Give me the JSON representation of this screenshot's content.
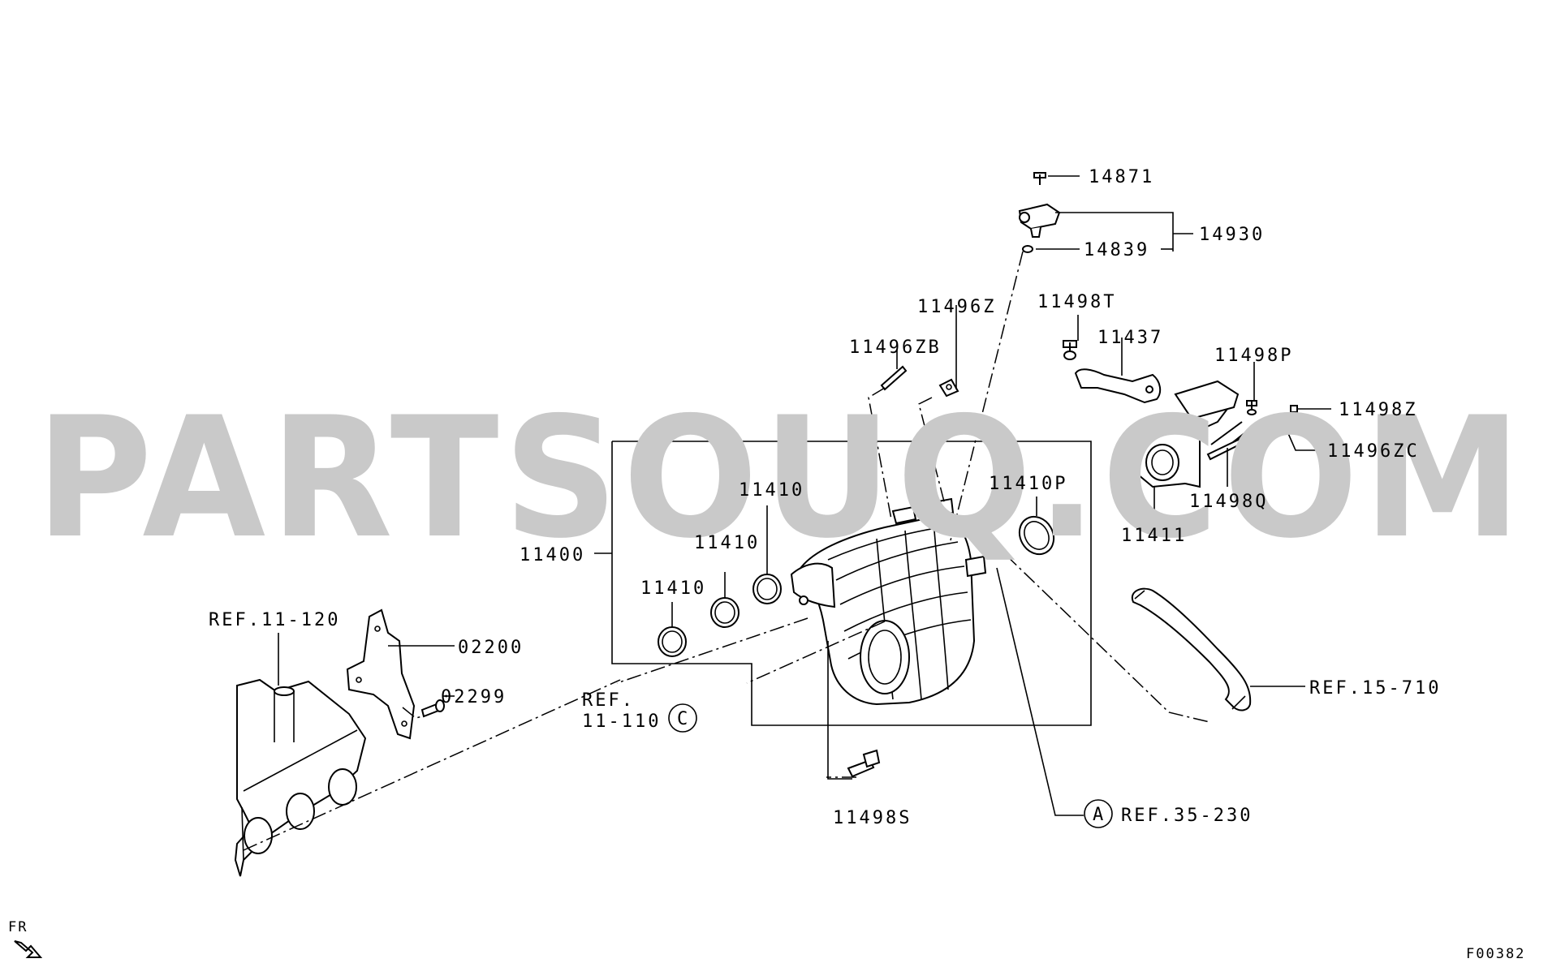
{
  "watermark": "PARTSOUQ.COM",
  "figure_code": "F00382",
  "direction_label": "FR",
  "labels": {
    "p14871": "14871",
    "p14930": "14930",
    "p14839": "14839",
    "p11496Z": "11496Z",
    "p11496ZB": "11496ZB",
    "p11498T": "11498T",
    "p11437": "11437",
    "p11498P": "11498P",
    "p11498Z": "11498Z",
    "p11496ZC": "11496ZC",
    "p11498Q": "11498Q",
    "p11411": "11411",
    "p11410P": "11410P",
    "p11410a": "11410",
    "p11410b": "11410",
    "p11410c": "11410",
    "p11400": "11400",
    "ref_11_120": "REF.11-120",
    "p02200": "02200",
    "p02299": "02299",
    "ref_11_110_a": "REF.",
    "ref_11_110_b": "11-110",
    "circle_c": "C",
    "ref_15_710": "REF.15-710",
    "circle_a": "A",
    "ref_35_230": "REF.35-230",
    "p11498S": "11498S"
  }
}
